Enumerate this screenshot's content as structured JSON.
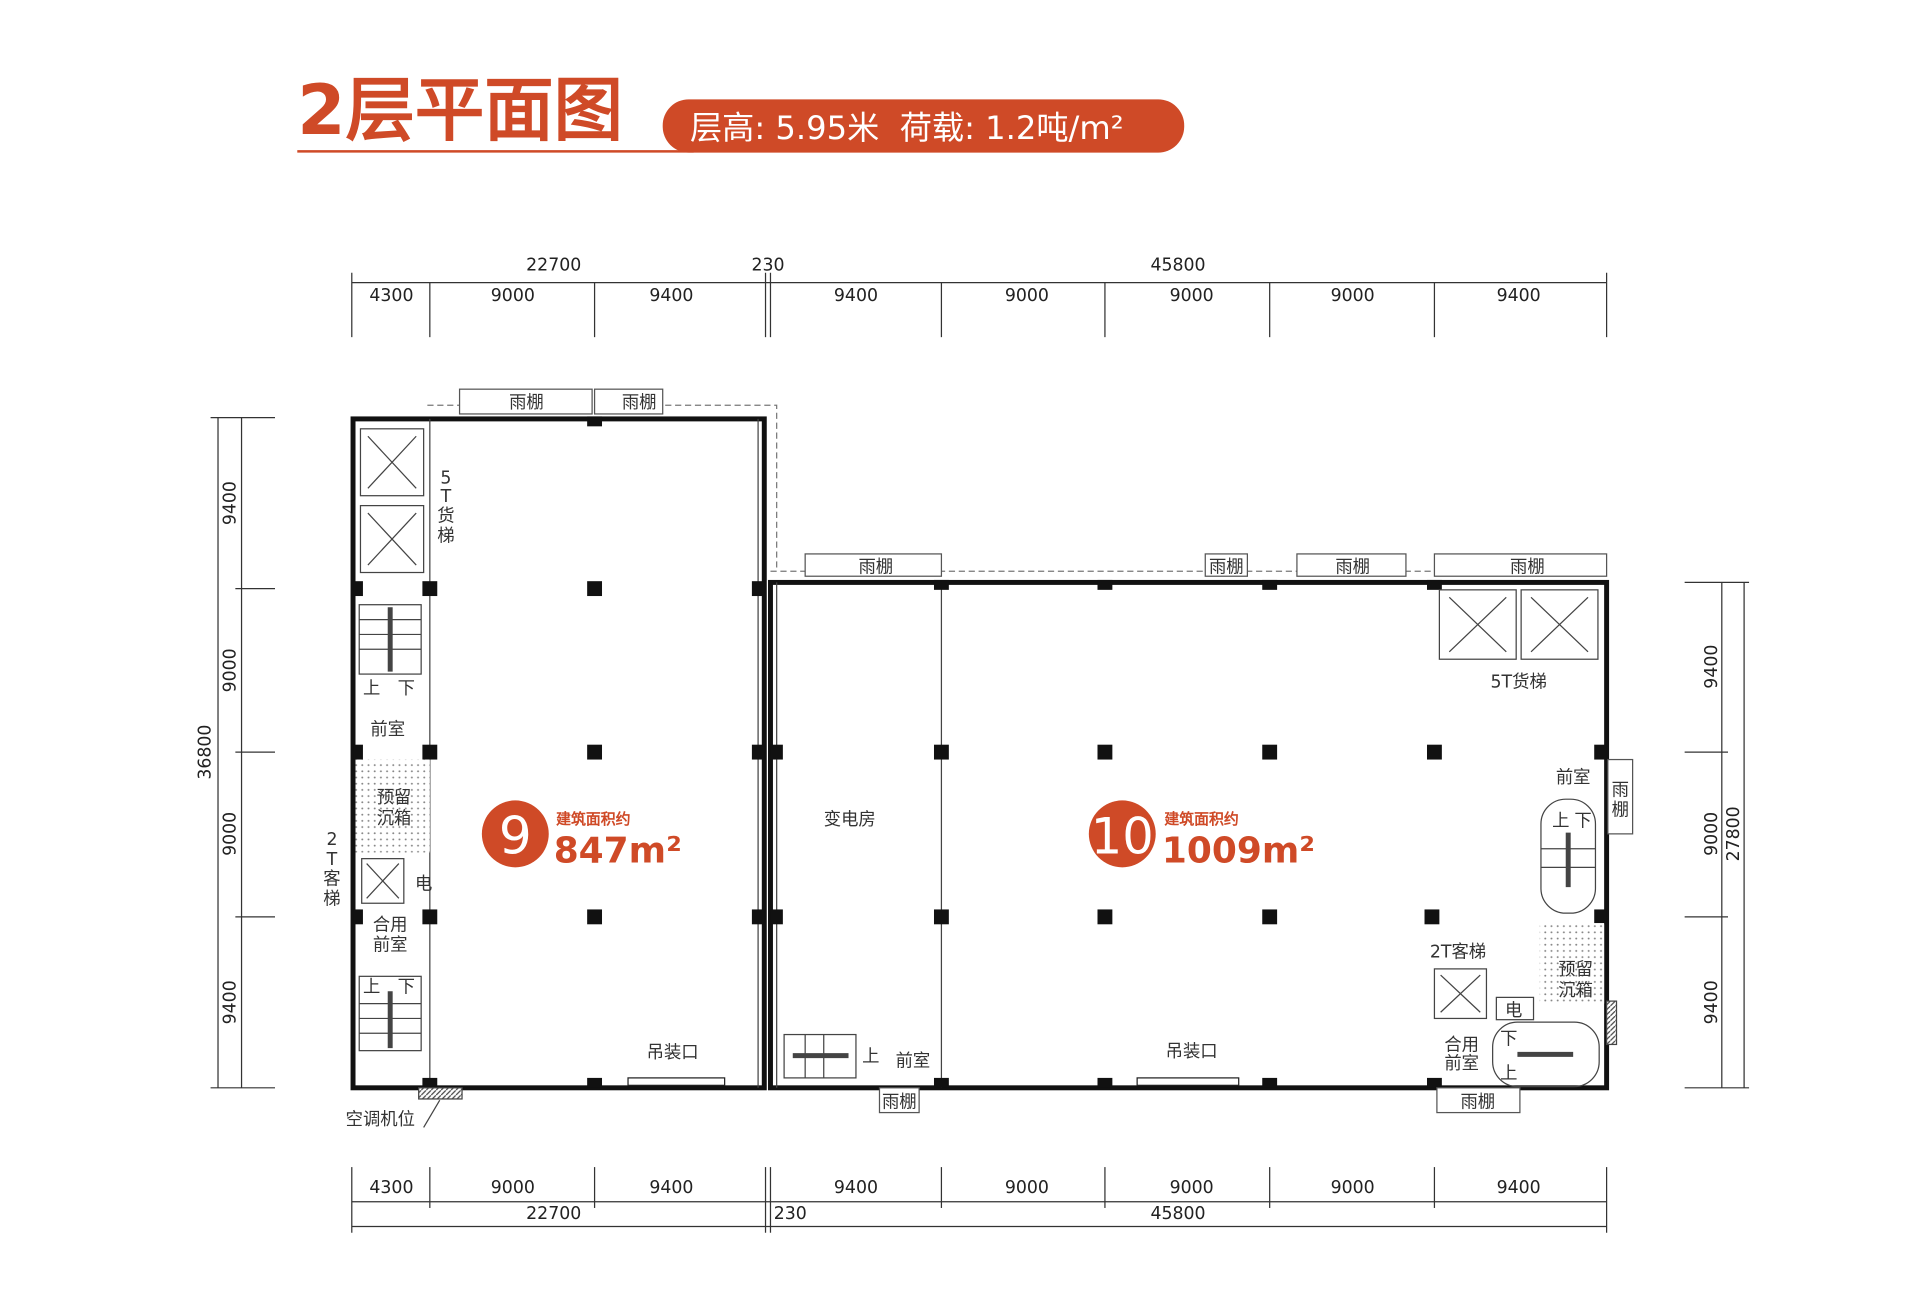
{
  "title": "2层平面图",
  "spec": "层高: 5.95米  荷载: 1.2吨/m²",
  "colors": {
    "accent": "#cf4a27",
    "line": "#333333"
  },
  "dimensions": {
    "top_totals": [
      "22700",
      "230",
      "45800"
    ],
    "bays": [
      "4300",
      "9000",
      "9400",
      "9400",
      "9000",
      "9000",
      "9000",
      "9400"
    ],
    "bottom_totals": [
      "22700",
      "230",
      "45800"
    ],
    "left": [
      "9400",
      "9000",
      "9000",
      "9400"
    ],
    "left_total": "36800",
    "right": [
      "9400",
      "9000",
      "9400"
    ],
    "right_total": "27800"
  },
  "units": [
    {
      "number": "9",
      "area_label": "建筑面积约",
      "area": "847m²"
    },
    {
      "number": "10",
      "area_label": "建筑面积约",
      "area": "1009m²"
    }
  ],
  "rooms": {
    "canopy": "雨棚",
    "freight_elevator_5t": "5T货梯",
    "passenger_elevator_2t": "2T客梯",
    "lobby": "前室",
    "shared_lobby_1": "合用",
    "shared_lobby_2": "前室",
    "reserved_1": "预留",
    "reserved_2": "沉箱",
    "electric": "电",
    "up": "上",
    "down": "下",
    "substation": "变电房",
    "hoist_opening": "吊装口",
    "ac_position": "空调机位",
    "v5": "5",
    "vT": "T",
    "vhuo": "货",
    "vti": "梯",
    "v2": "2",
    "vke": "客",
    "vyu": "雨",
    "vpeng": "棚"
  }
}
